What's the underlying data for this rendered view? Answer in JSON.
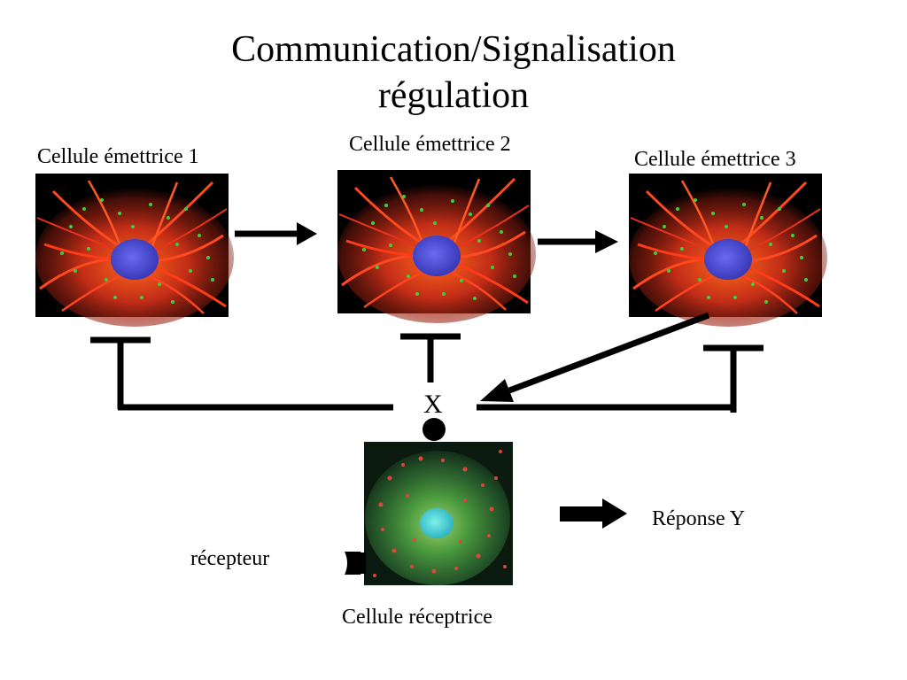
{
  "title": {
    "line1": "Communication/Signalisation",
    "line2": "régulation"
  },
  "emitters": [
    {
      "label": "Cellule émettrice 1"
    },
    {
      "label": "Cellule émettrice 2"
    },
    {
      "label": "Cellule émettrice 3"
    }
  ],
  "signal_label": "X",
  "receiver": {
    "label": "Cellule réceptrice",
    "receptor_label": "récepteur"
  },
  "response_label": "Réponse Y",
  "colors": {
    "cell_background": "#000000",
    "cytoskeleton_red": "#e8341c",
    "vesicle_green": "#39d23c",
    "nucleus_blue": "#4b4bd8",
    "receiver_cytoplasm": "#3f8f3a",
    "receiver_nucleus": "#3fd8c8",
    "lines": "#000000"
  },
  "icons": [
    "cell-micrograph",
    "arrow-right",
    "inhibition-bar",
    "signal-dot",
    "receptor"
  ]
}
